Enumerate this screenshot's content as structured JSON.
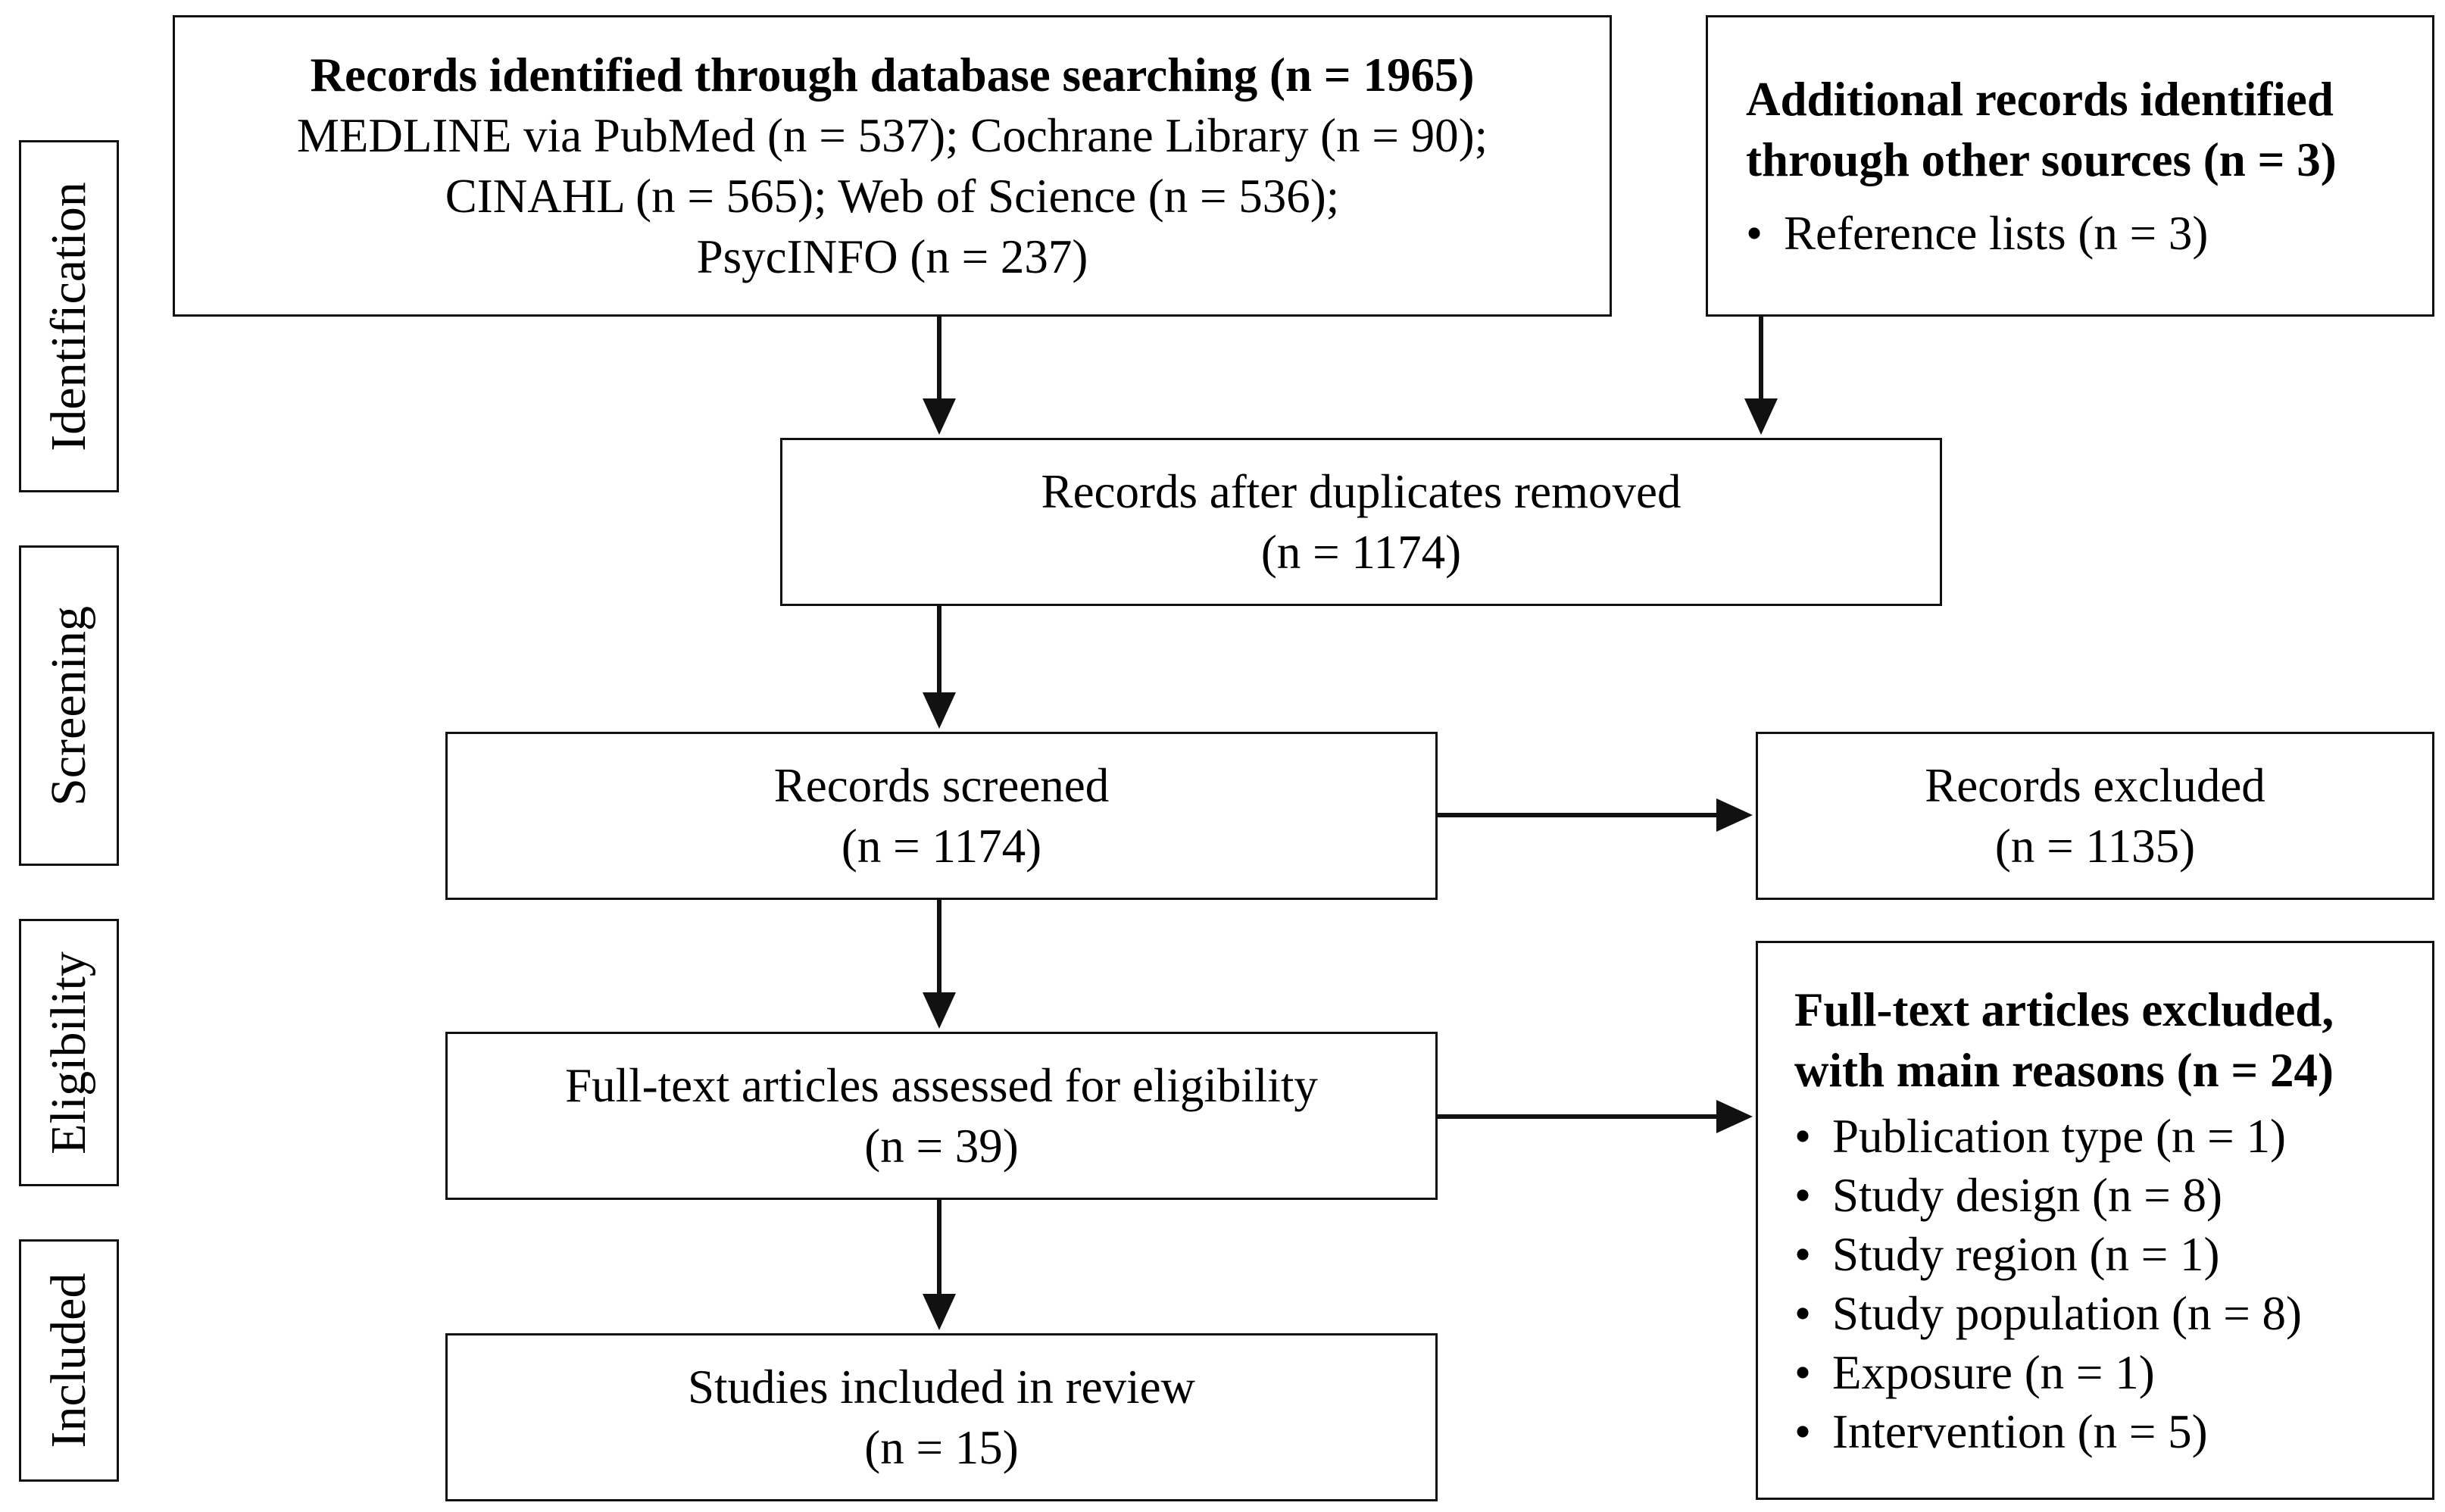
{
  "stages": {
    "identification": "Identification",
    "screening": "Screening",
    "eligibility": "Eligibility",
    "included": "Included"
  },
  "boxes": {
    "database_search": {
      "title": "Records identified through database searching (n = 1965)",
      "line1": "MEDLINE via PubMed (n = 537); Cochrane Library (n = 90);",
      "line2": "CINAHL (n = 565); Web of Science (n = 536);",
      "line3": "PsycINFO (n = 237)"
    },
    "other_sources": {
      "title_line1": "Additional records identified",
      "title_line2": "through other sources (n = 3)",
      "items": [
        "Reference lists (n = 3)"
      ]
    },
    "duplicates_removed": {
      "label": "Records after duplicates removed",
      "count": "(n = 1174)"
    },
    "screened": {
      "label": "Records screened",
      "count": "(n = 1174)"
    },
    "excluded": {
      "label": "Records excluded",
      "count": "(n = 1135)"
    },
    "eligibility": {
      "label": "Full-text articles assessed for eligibility",
      "count": "(n = 39)"
    },
    "fulltext_excluded": {
      "title_line1": "Full-text articles excluded,",
      "title_line2": "with main reasons (n = 24)",
      "items": [
        "Publication type (n = 1)",
        "Study design (n = 8)",
        "Study region (n = 1)",
        "Study population (n = 8)",
        "Exposure (n = 1)",
        "Intervention (n = 5)"
      ]
    },
    "included": {
      "label": "Studies included in review",
      "count": "(n = 15)"
    }
  }
}
